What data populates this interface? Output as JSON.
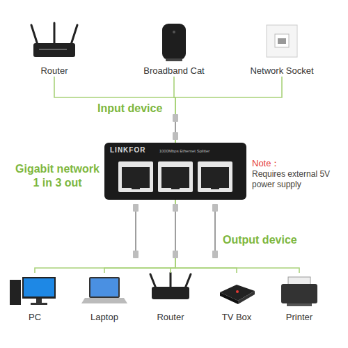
{
  "diagram": {
    "nodes": [
      {
        "text": [
          "Router"
        ]
      },
      {
        "text": [
          "Broadband Cat"
        ]
      },
      {
        "text": [
          "Network Socket"
        ]
      },
      {
        "text": [
          "LINKFOR",
          "1000Mbps Ethernet Splitter"
        ]
      },
      {
        "text": [
          "PC"
        ]
      },
      {
        "text": [
          "Laptop"
        ]
      },
      {
        "text": [
          "Router"
        ]
      },
      {
        "text": [
          "TV Box"
        ]
      },
      {
        "text": [
          "Printer"
        ]
      }
    ],
    "edges": [
      {
        "from": 0,
        "to": 3,
        "arrow": "none"
      },
      {
        "from": 1,
        "to": 3,
        "arrow": "none"
      },
      {
        "from": 2,
        "to": 3,
        "arrow": "none"
      },
      {
        "from": 3,
        "to": 4,
        "arrow": "none"
      },
      {
        "from": 3,
        "to": 5,
        "arrow": "none"
      },
      {
        "from": 3,
        "to": 6,
        "arrow": "none"
      },
      {
        "from": 3,
        "to": 7,
        "arrow": "none"
      },
      {
        "from": 3,
        "to": 8,
        "arrow": "none"
      }
    ],
    "labels": [
      "Input device",
      "Gigabit network 1 in 3 out",
      "Note：",
      "Requires external 5V power supply",
      "Output device"
    ]
  }
}
